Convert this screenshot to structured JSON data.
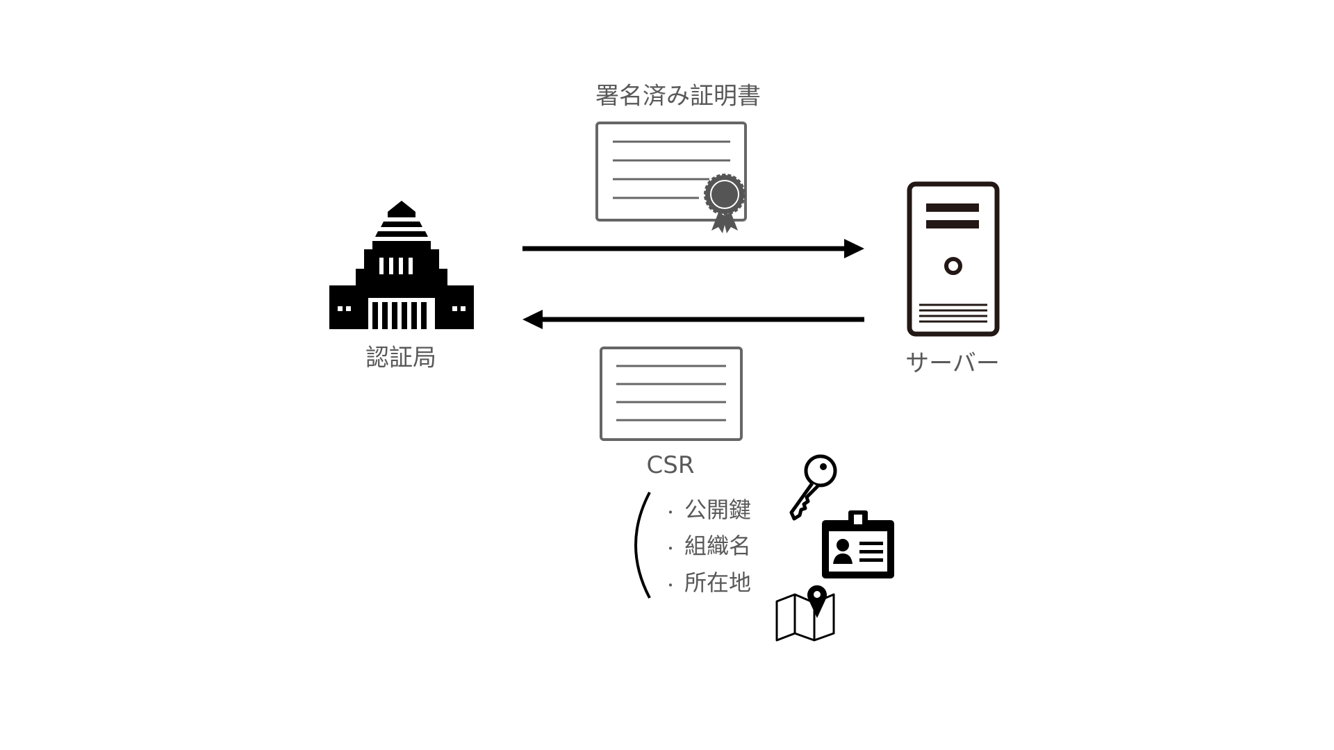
{
  "labels": {
    "signed_certificate": "署名済み証明書",
    "certificate_authority": "認証局",
    "server": "サーバー",
    "csr": "CSR"
  },
  "csr_contents": [
    {
      "bullet": "・",
      "text": "公開鍵",
      "icon": "key-icon"
    },
    {
      "bullet": "・",
      "text": "組織名",
      "icon": "id-card-icon"
    },
    {
      "bullet": "・",
      "text": "所在地",
      "icon": "map-pin-icon"
    }
  ],
  "colors": {
    "icon": "#000000",
    "document": "#666666",
    "text": "#595959"
  }
}
